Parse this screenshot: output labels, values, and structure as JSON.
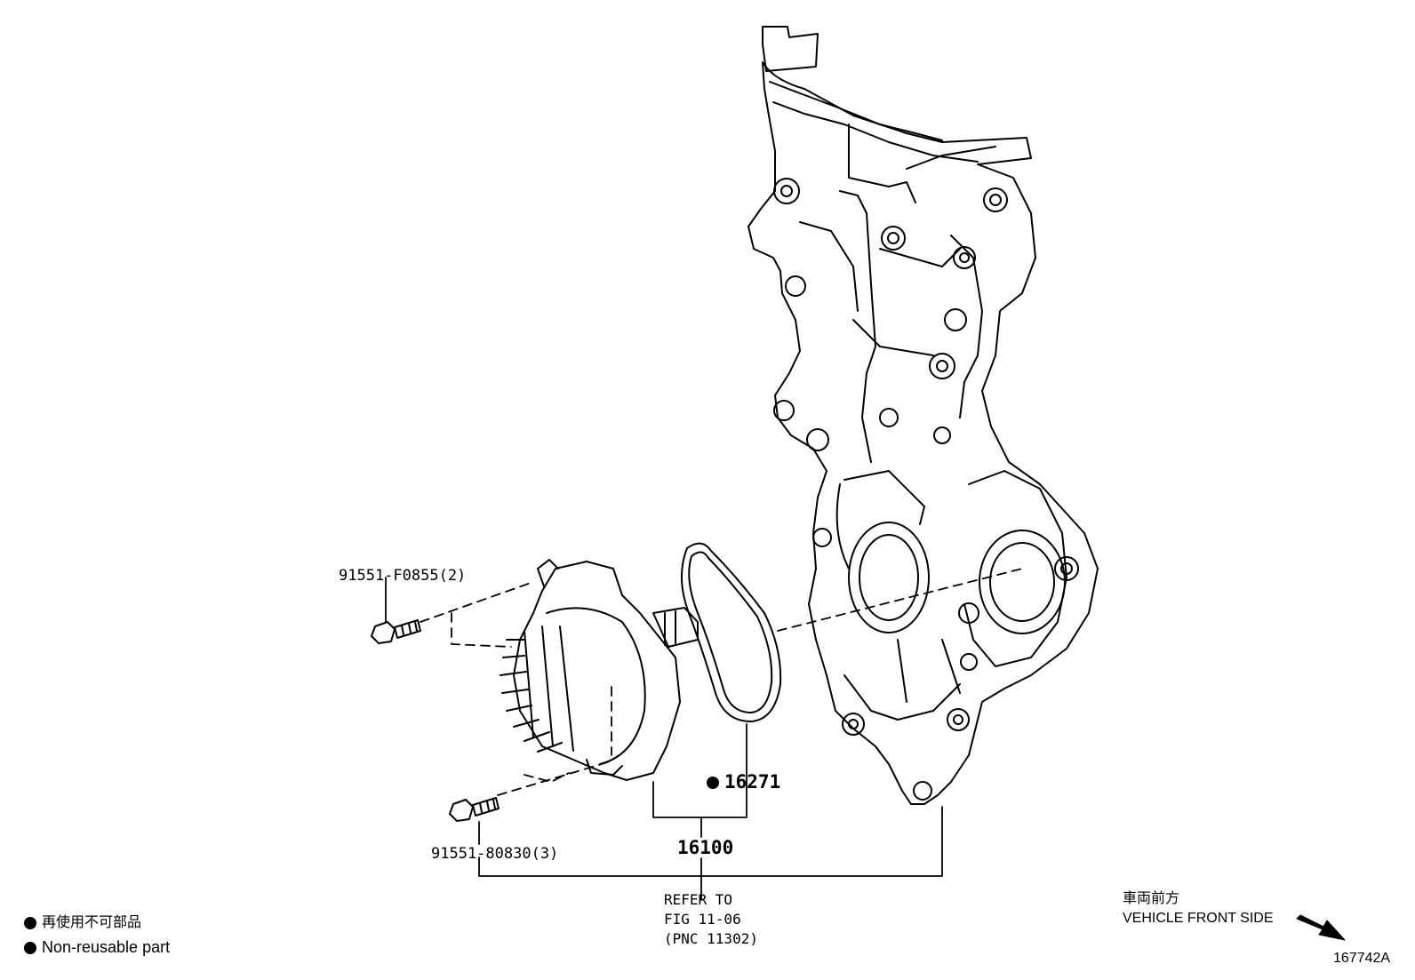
{
  "parts": {
    "bolt_upper": "91551-F0855(2)",
    "bolt_lower": "91551-80830(3)",
    "gasket": "16271",
    "pump_assembly": "16100",
    "refer_line1": "REFER TO",
    "refer_line2": "FIG 11-06",
    "refer_line3": "(PNC 11302)"
  },
  "legend": {
    "item_jp": "再使用不可部品",
    "item_en": "Non-reusable part"
  },
  "direction": {
    "jp": "車両前方",
    "en": "VEHICLE FRONT SIDE"
  },
  "illustration_id": "167742A"
}
